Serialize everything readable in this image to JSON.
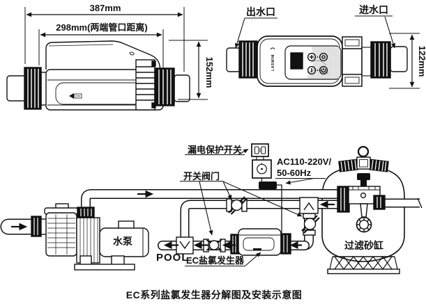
{
  "colors": {
    "ink": "#111111",
    "paper": "#ffffff",
    "panel_shade": "#dcdcdc"
  },
  "side_view": {
    "dim_overall": "387mm",
    "dim_ports": "298mm(两端管口距离)",
    "dim_height": "152mm"
  },
  "top_view": {
    "outlet_label": "出水口",
    "inlet_label": "进水口",
    "dim_height": "122mm",
    "brand": "LASWIM"
  },
  "installation": {
    "breaker_label": "漏电保护开关",
    "power_label_line1": "AC110-220V/",
    "power_label_line2": "50-60Hz",
    "valves_label": "开关阀门",
    "pump_label": "水泵",
    "pool_label": "POOL",
    "chlorinator_label": "EC盐氯发生器",
    "filter_label": "过滤砂缸"
  },
  "caption": "EC系列盐氯发生器分解图及安装示意图"
}
